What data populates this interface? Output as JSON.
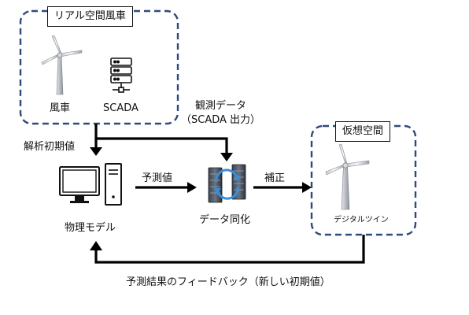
{
  "real_group": {
    "title": "リアル空間風車",
    "turbine_label": "風車",
    "scada_label": "SCADA"
  },
  "virtual_group": {
    "title": "仮想空間",
    "twin_label": "デジタルツイン"
  },
  "labels": {
    "observed_line1": "観測データ",
    "observed_line2": "（SCADA 出力）",
    "initial_values": "解析初期値",
    "prediction": "予測値",
    "correction": "補正",
    "feedback": "予測結果のフィードバック（新しい初期値）"
  },
  "nodes": {
    "model_label": "物理モデル",
    "assimilation_label": "データ同化"
  },
  "colors": {
    "dashed_border": "#2f4a7c",
    "arrow": "#000000",
    "sync_arrow": "#3b8ed6"
  },
  "icons": [
    "wind-turbine-icon",
    "server-rack-icon",
    "computer-icon",
    "data-assimilation-icon"
  ]
}
